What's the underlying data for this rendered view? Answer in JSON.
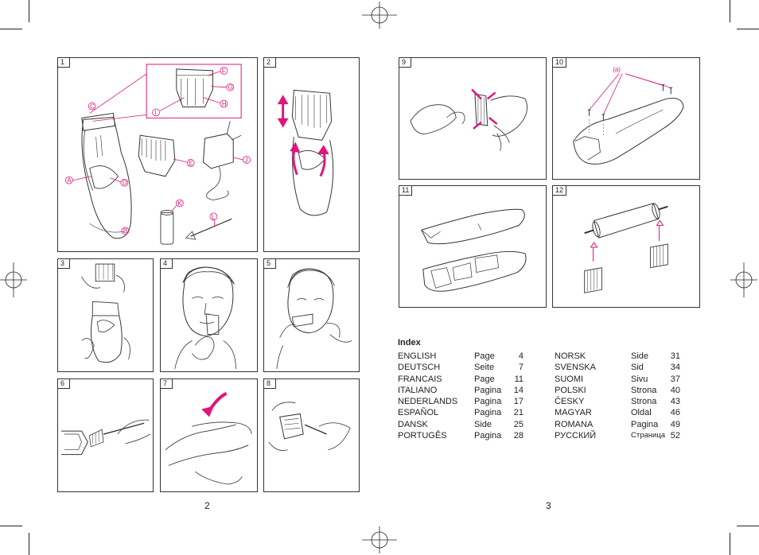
{
  "panels": [
    {
      "num": "1",
      "labels": [
        "A",
        "B",
        "C",
        "D",
        "E",
        "F",
        "G",
        "H",
        "I",
        "J",
        "K",
        "L"
      ]
    },
    {
      "num": "2"
    },
    {
      "num": "3"
    },
    {
      "num": "4"
    },
    {
      "num": "5"
    },
    {
      "num": "6"
    },
    {
      "num": "7"
    },
    {
      "num": "8"
    },
    {
      "num": "9"
    },
    {
      "num": "10",
      "annotation": "(a)"
    },
    {
      "num": "11"
    },
    {
      "num": "12"
    }
  ],
  "page_numbers": {
    "left": "2",
    "right": "3"
  },
  "index": {
    "title": "Index",
    "left": [
      {
        "lang": "ENGLISH",
        "word": "Page",
        "page": "4"
      },
      {
        "lang": "DEUTSCH",
        "word": "Seite",
        "page": "7"
      },
      {
        "lang": "FRANCAIS",
        "word": "Page",
        "page": "11"
      },
      {
        "lang": "ITALIANO",
        "word": "Pagina",
        "page": "14"
      },
      {
        "lang": "NEDERLANDS",
        "word": "Pagina",
        "page": "17"
      },
      {
        "lang": "ESPAÑOL",
        "word": "Pagina",
        "page": "21"
      },
      {
        "lang": "DANSK",
        "word": "Side",
        "page": "25"
      },
      {
        "lang": "PORTUGÊS",
        "word": "Pagina",
        "page": "28"
      }
    ],
    "right": [
      {
        "lang": "NORSK",
        "word": "Side",
        "page": "31"
      },
      {
        "lang": "SVENSKA",
        "word": "Sid",
        "page": "34"
      },
      {
        "lang": "SUOMI",
        "word": "Sivu",
        "page": "37"
      },
      {
        "lang": "POLSKI",
        "word": "Strona",
        "page": "40"
      },
      {
        "lang": "ČESKY",
        "word": "Strona",
        "page": "43"
      },
      {
        "lang": "MAGYAR",
        "word": "Oldal",
        "page": "46"
      },
      {
        "lang": "ROMANA",
        "word": "Pagina",
        "page": "49"
      },
      {
        "lang": "РУССКИЙ",
        "word": "Страница",
        "page": "52"
      }
    ]
  },
  "colors": {
    "accent": "#e0157a",
    "line": "#333333"
  }
}
